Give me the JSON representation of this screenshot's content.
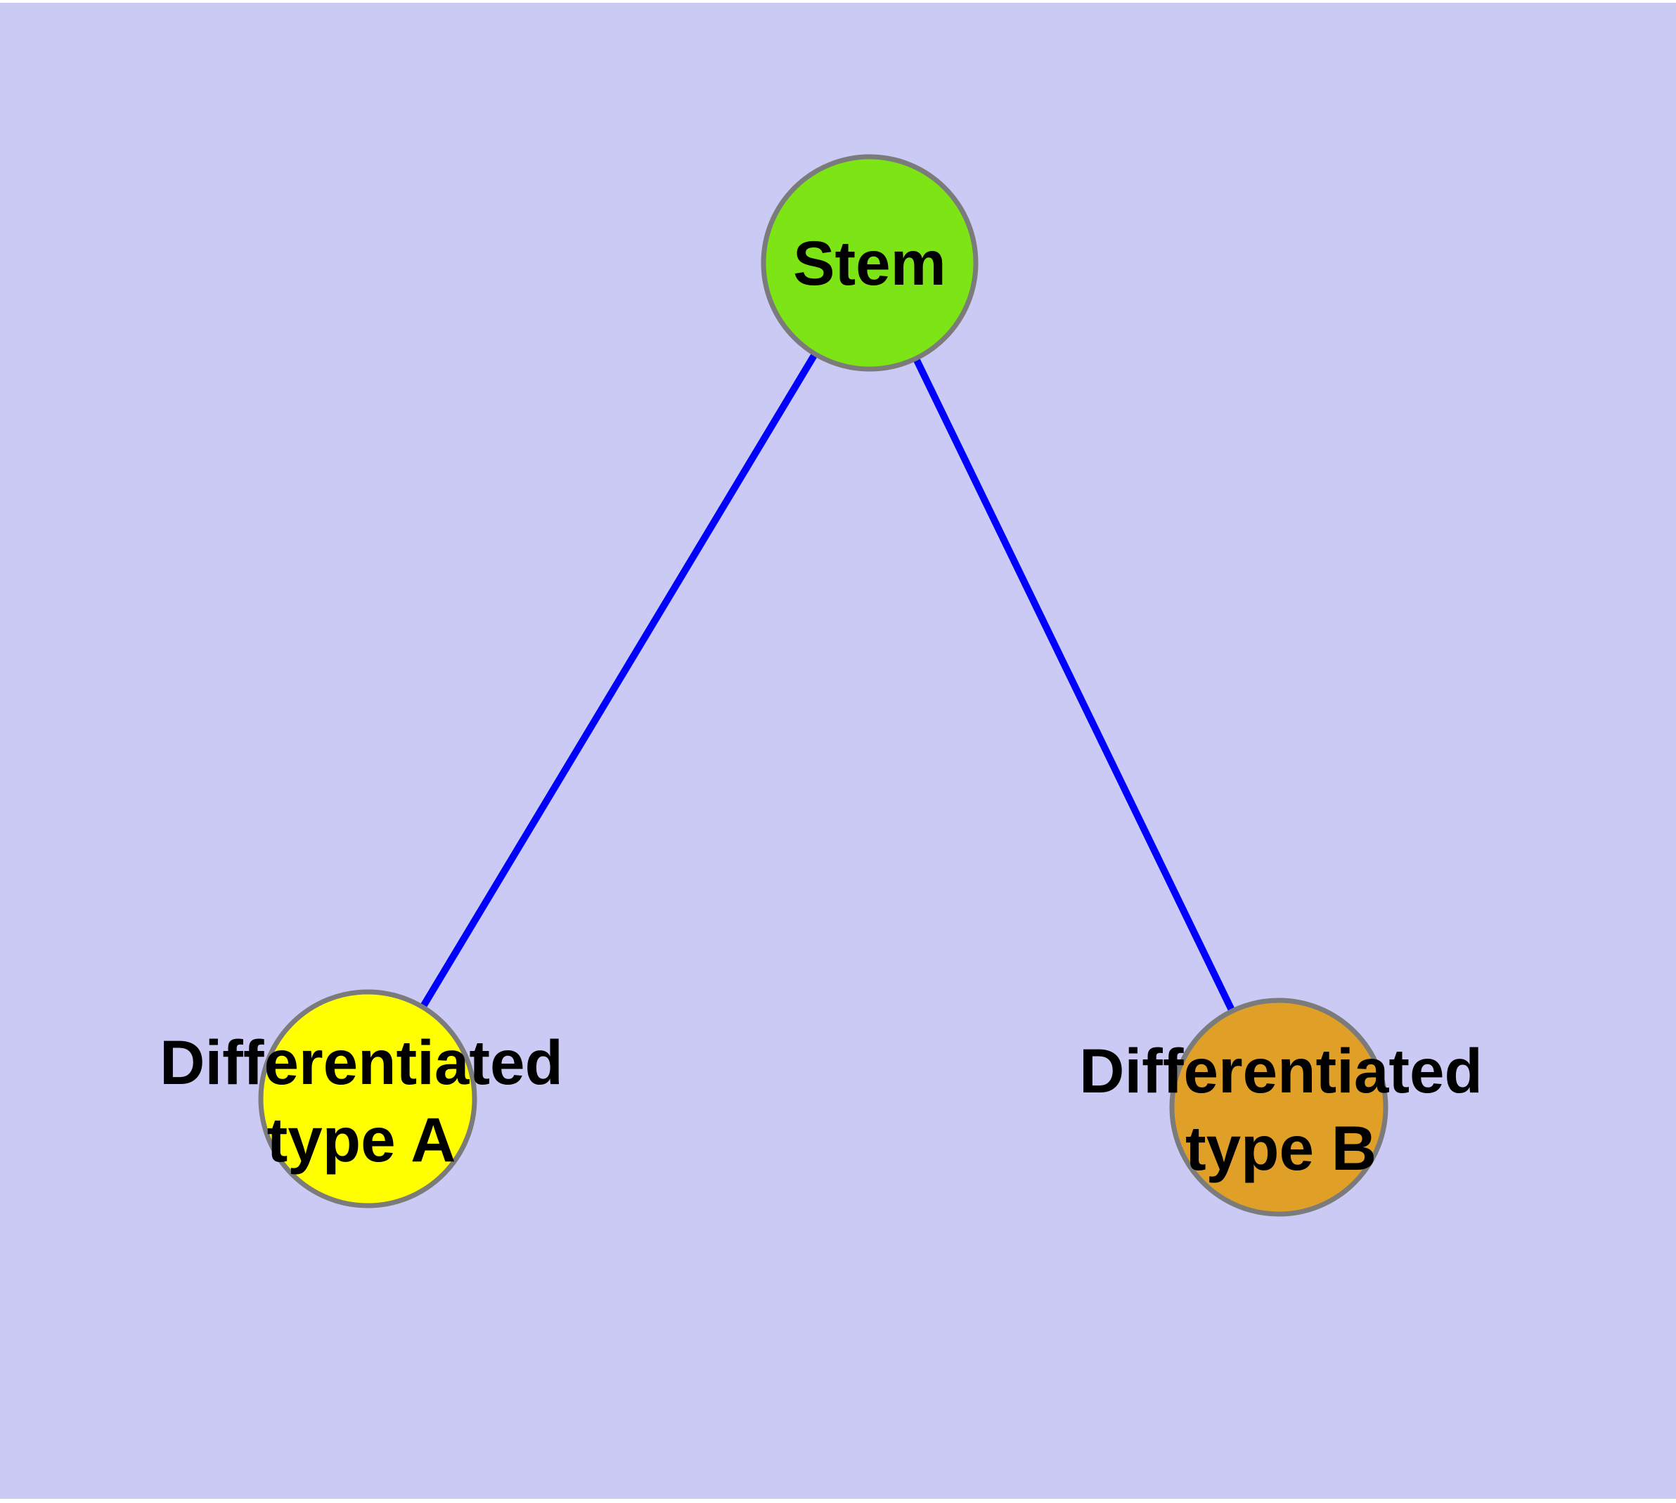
{
  "diagram": {
    "type": "graph",
    "background_color": "#CACAF4",
    "edge_color": "#0000FF",
    "node_border_color": "#7B7B7B",
    "label_color": "#000000",
    "nodes": [
      {
        "id": "stem",
        "label": "Stem",
        "lines": [
          "Stem"
        ],
        "color": "#7DE416"
      },
      {
        "id": "diff-a",
        "label": "Differentiated type A",
        "lines": [
          "Differentiated",
          "type A"
        ],
        "color": "#FFFF00"
      },
      {
        "id": "diff-b",
        "label": "Differentiated type B",
        "lines": [
          "Differentiated",
          "type B"
        ],
        "color": "#E0A028"
      }
    ],
    "edges": [
      {
        "from": "Stem",
        "to": "Differentiated type A"
      },
      {
        "from": "Stem",
        "to": "Differentiated type B"
      }
    ]
  }
}
